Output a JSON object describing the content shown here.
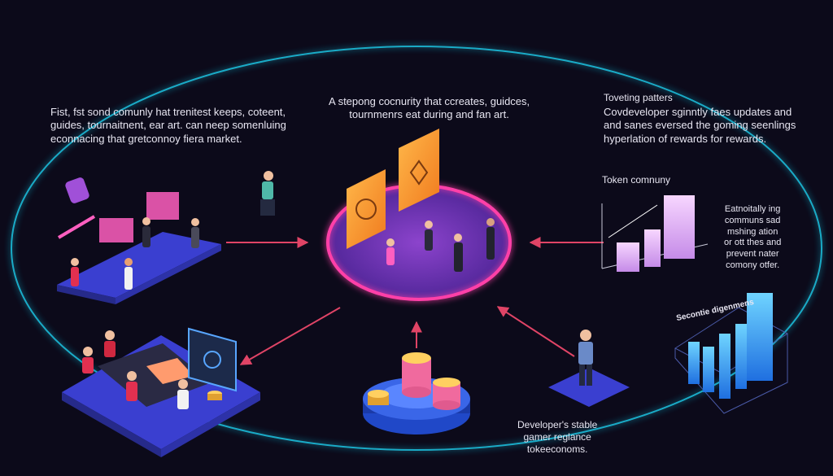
{
  "texts": {
    "top_left": [
      "Fist, fst sond comunly hat trenitest keeps, coteent,",
      "guides, tournaitnent, ear art. can neep somenluing",
      "econnacing that gretconnoy fiera market."
    ],
    "top_center": [
      "A stepong cocnurity that ccreates, guidces,",
      "tournmenrs eat during and fan art."
    ],
    "top_right_title": "Toveting patters",
    "top_right": [
      "Covdeveloper sginntly faes updates and",
      "and sanes eversed the goming seenlings",
      "hyperlation of rewards for rewards."
    ],
    "token_label": "Token comnuny",
    "right_mid": [
      "Eatnoitally ing",
      "communs sad",
      "mshing ation",
      "or ott thes and",
      "prevent nater",
      "comony otfer."
    ],
    "chart_label": "Secontie digenmens",
    "bottom": [
      "Developer's stable",
      "gamer reglance",
      "tokeeconoms."
    ]
  },
  "colors": {
    "background": "#0c0a1a",
    "orbit": "#1ec8e6",
    "hub_ring": "#ff3fa8",
    "hub_fill": "#7d3ac6",
    "arrow": "#e04466",
    "platform": "#3a3fd0",
    "card": "#ff9b2e",
    "chart_bar": "#38b8ff"
  },
  "icons": [
    "isometric-platform-icon",
    "crypto-card-icon",
    "coin-stack-icon",
    "bar-chart-icon",
    "person-icon",
    "monitor-icon"
  ]
}
